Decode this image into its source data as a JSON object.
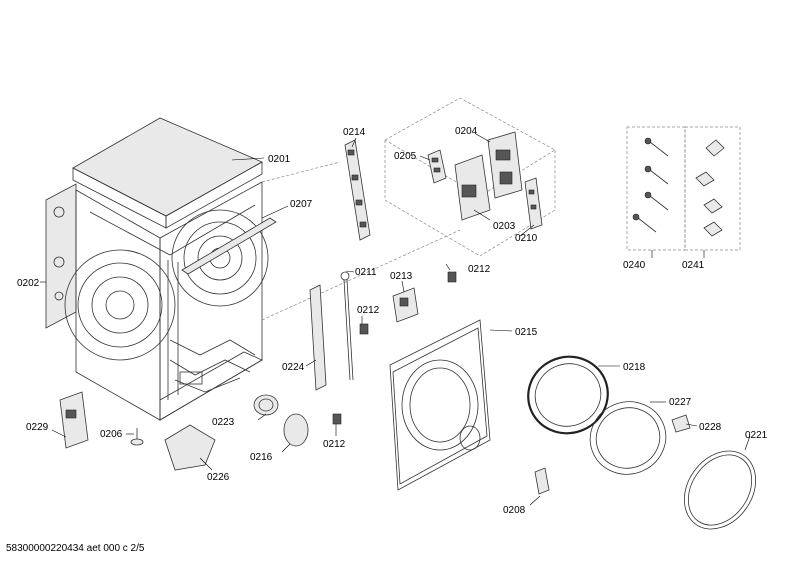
{
  "labels": {
    "p0201": "0201",
    "p0202": "0202",
    "p0203": "0203",
    "p0204": "0204",
    "p0205": "0205",
    "p0206": "0206",
    "p0207": "0207",
    "p0208": "0208",
    "p0210": "0210",
    "p0211": "0211",
    "p0212a": "0212",
    "p0212b": "0212",
    "p0212c": "0212",
    "p0213": "0213",
    "p0214": "0214",
    "p0215": "0215",
    "p0216": "0216",
    "p0218": "0218",
    "p0221": "0221",
    "p0223": "0223",
    "p0224": "0224",
    "p0226": "0226",
    "p0227": "0227",
    "p0228": "0228",
    "p0229": "0229",
    "p0240": "0240",
    "p0241": "0241"
  },
  "footer": {
    "document_id": "58300000220434 aet 000 c 2/5"
  }
}
